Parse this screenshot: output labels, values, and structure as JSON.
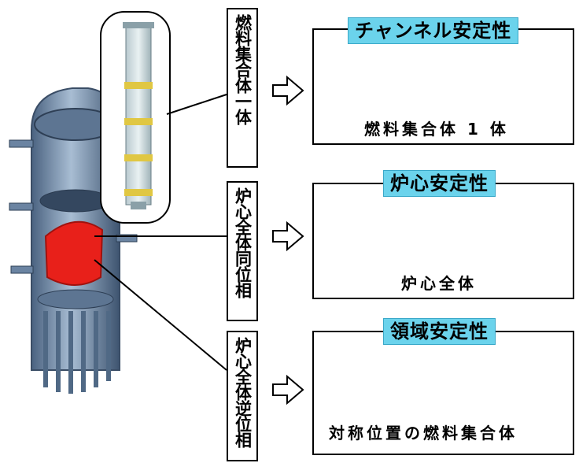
{
  "labels": {
    "fuel_assembly": "燃料集合体一体",
    "core_in_phase": "炉心全体同位相",
    "core_out_of_phase": "炉心全体逆位相"
  },
  "panels": [
    {
      "title": "チャンネル安定性",
      "caption": "燃料集合体 1 体"
    },
    {
      "title": "炉心安定性",
      "caption": "炉心全体"
    },
    {
      "title": "領域安定性",
      "caption": "対称位置の燃料集合体"
    }
  ],
  "colors": {
    "title_bg": "#6bd3ec",
    "channel_highlight": "#2f5db3",
    "core_red": "#cc1122",
    "vessel": "#6f8aa5",
    "core_hot": "#e8201a"
  }
}
